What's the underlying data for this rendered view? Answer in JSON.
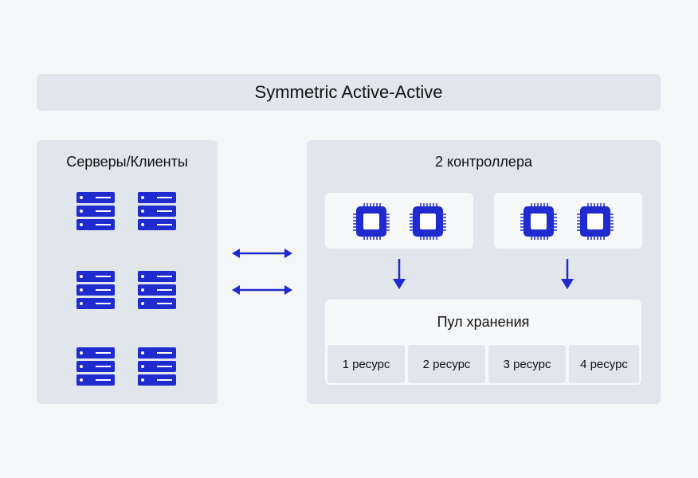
{
  "header": {
    "title": "Symmetric Active-Active"
  },
  "servers": {
    "title": "Серверы/Клиенты",
    "count": 6
  },
  "controllers": {
    "title": "2 контроллера"
  },
  "pool": {
    "title": "Пул хранения",
    "resources": [
      "1 ресурс",
      "2 ресурс",
      "3 ресурс",
      "4 ресурс"
    ]
  },
  "colors": {
    "accent": "#1f2acf",
    "panel": "#e1e5ec",
    "background": "#f5f6f8"
  }
}
